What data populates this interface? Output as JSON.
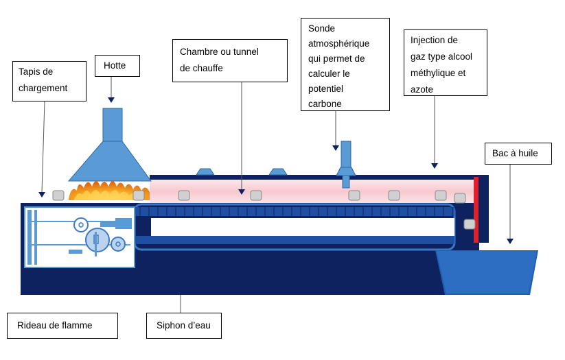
{
  "labels": {
    "tapis": "Tapis de\nchargement",
    "hotte": "Hotte",
    "chambre": "Chambre ou tunnel\nde chauffe",
    "sonde": "Sonde\natmosphérique\nqui permet de\ncalculer le\npotentiel\ncarbone",
    "injection": "Injection de\ngaz type alcool\nméthylique et\nazote",
    "bac": "Bac à huile",
    "rideau": "Rideau de flamme",
    "siphon": "Siphon d’eau"
  },
  "colors": {
    "navy": "#0e2260",
    "blue": "#5b9bd5",
    "pink_light": "#fbe0e4",
    "pink_dark": "#f4b0b8",
    "red": "#e0202a",
    "belt": "#1f4fa0",
    "grey": "#d0d0d0"
  },
  "icons": [
    "hood-icon",
    "flame-icon",
    "probe-icon",
    "oil-tank-icon"
  ]
}
